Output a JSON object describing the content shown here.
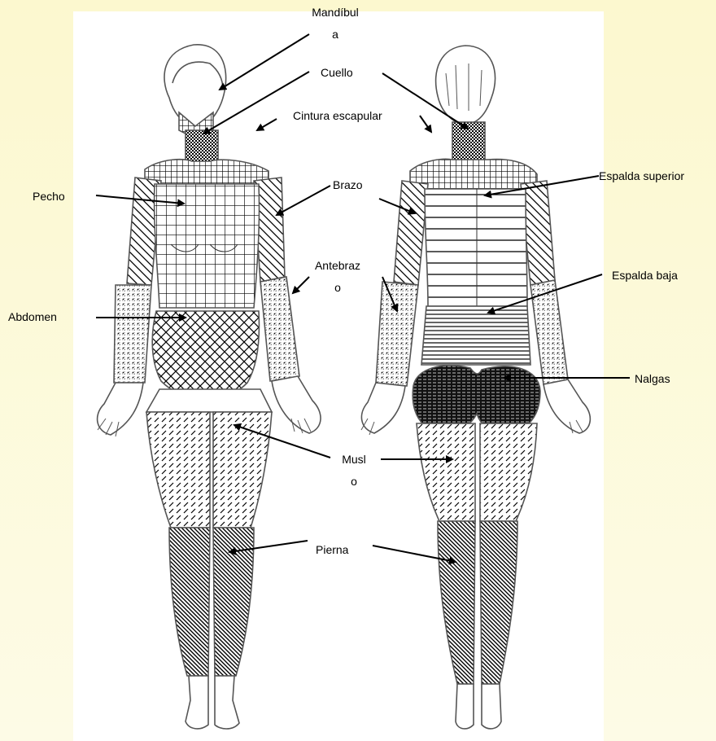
{
  "labels": {
    "mandibula_1": "Mandíbul",
    "mandibula_2": "a",
    "cuello": "Cuello",
    "cintura_escapular": "Cintura escapular",
    "pecho": "Pecho",
    "brazo": "Brazo",
    "espalda_superior": "Espalda superior",
    "antebrazo_1": "Antebraz",
    "antebrazo_2": "o",
    "espalda_baja": "Espalda baja",
    "abdomen": "Abdomen",
    "nalgas": "Nalgas",
    "muslo_1": "Musl",
    "muslo_2": "o",
    "pierna": "Pierna"
  },
  "colors": {
    "background": "#fcf8cf",
    "panel": "#ffffff",
    "ink": "#000000",
    "outline": "#555555"
  }
}
